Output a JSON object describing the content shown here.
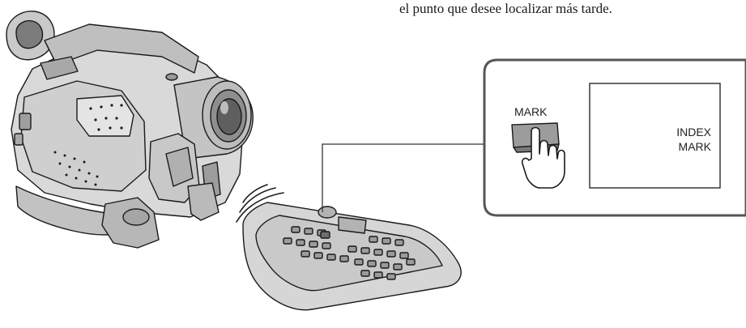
{
  "caption": {
    "text": "el punto que desee localizar más tarde."
  },
  "callout": {
    "button_label": "MARK",
    "screen_line1": "INDEX",
    "screen_line2": "MARK"
  }
}
